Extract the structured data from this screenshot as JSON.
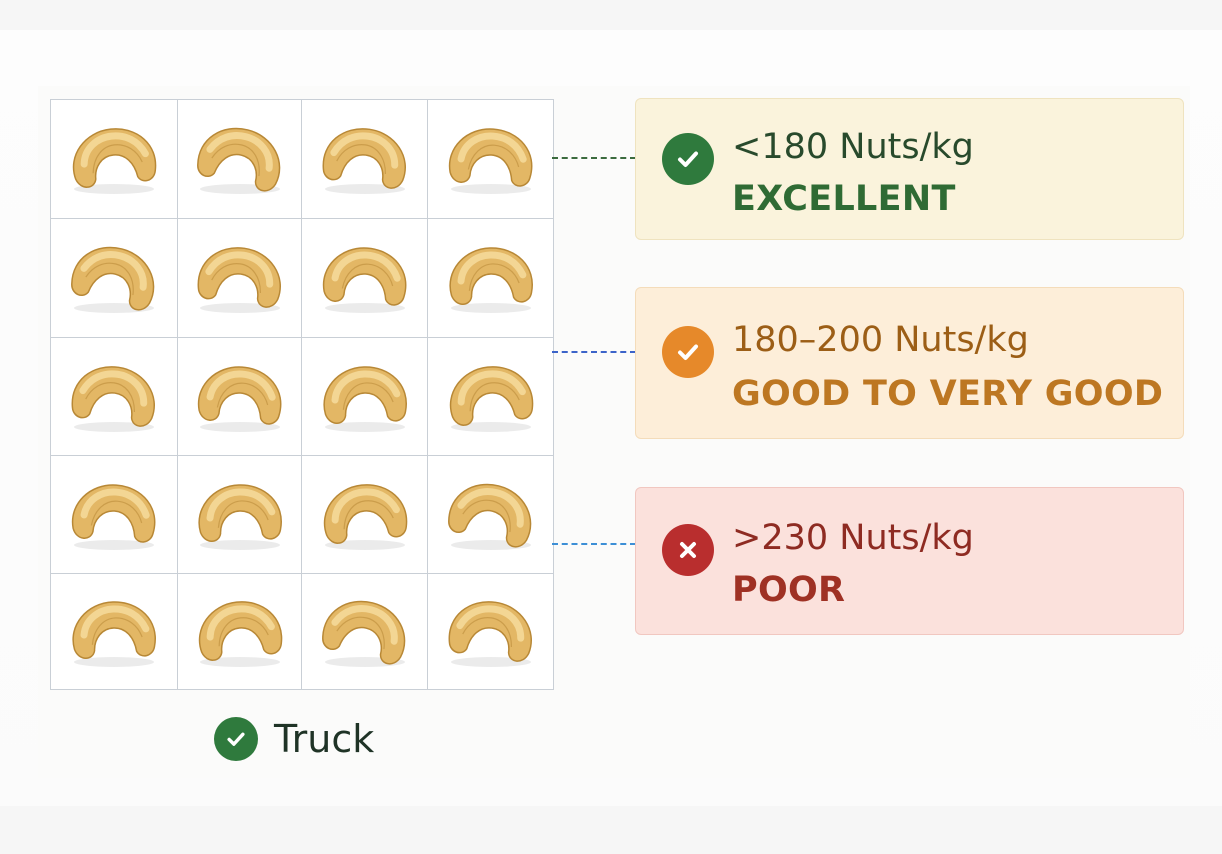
{
  "colors": {
    "grid_line": "#c9cfd6",
    "nut_fill": "#e3b765",
    "nut_highlight": "#f6dc9c",
    "nut_shadow": "#b88836"
  },
  "grades": [
    {
      "range": "<180 Nuts/kg",
      "label": "EXCELLENT",
      "icon": "check-icon",
      "badge_color": "#2f7a3d",
      "card_bg": "#faf3dc",
      "card_border": "#efe3bf",
      "range_color": "#284a2c",
      "label_color": "#2f6b34",
      "connector_color": "#3b6b3e"
    },
    {
      "range": "180–200 Nuts/kg",
      "label": "GOOD TO VERY GOOD",
      "icon": "check-icon",
      "badge_color": "#e6892a",
      "card_bg": "#fdeed9",
      "card_border": "#f4dcba",
      "range_color": "#9c5e16",
      "label_color": "#bd7722",
      "connector_color": "#3b63c9"
    },
    {
      "range": ">230 Nuts/kg",
      "label": "POOR",
      "icon": "x-icon",
      "badge_color": "#b92e2e",
      "card_bg": "#fbe1dc",
      "card_border": "#f1c7c0",
      "range_color": "#8e2b22",
      "label_color": "#9f3124",
      "connector_color": "#3d8fd6"
    }
  ],
  "grid": {
    "rows": 5,
    "cols": 4
  },
  "truck": {
    "label": "Truck",
    "icon": "check-icon",
    "badge_color": "#2f7a3d"
  }
}
